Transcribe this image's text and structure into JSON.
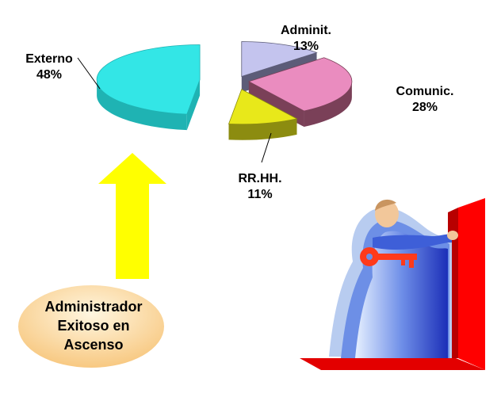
{
  "chart_data": {
    "type": "pie",
    "title": "",
    "style": "exploded-3d",
    "slices": [
      {
        "label": "Externo",
        "pct_label": "48%",
        "value": 48,
        "color": "#33e6e6",
        "side_color": "#1fb3b3"
      },
      {
        "label": "Adminit.",
        "pct_label": "13%",
        "value": 13,
        "color": "#c4c4ee",
        "side_color": "#5c5c78"
      },
      {
        "label": "Comunic.",
        "pct_label": "28%",
        "value": 28,
        "color": "#ea8cbf",
        "side_color": "#7a4058"
      },
      {
        "label": "RR.HH.",
        "pct_label": "11%",
        "value": 11,
        "color": "#e8e81a",
        "side_color": "#8c8c10"
      }
    ]
  },
  "arrow": {
    "color": "#ffff00",
    "direction": "up"
  },
  "callout": {
    "lines": [
      "Administrador",
      "Exitoso en",
      "Ascenso"
    ],
    "color": "#fbd89a"
  },
  "illustration": {
    "icon": "man-with-key-entering-door-icon",
    "door_color": "#ff0000"
  }
}
